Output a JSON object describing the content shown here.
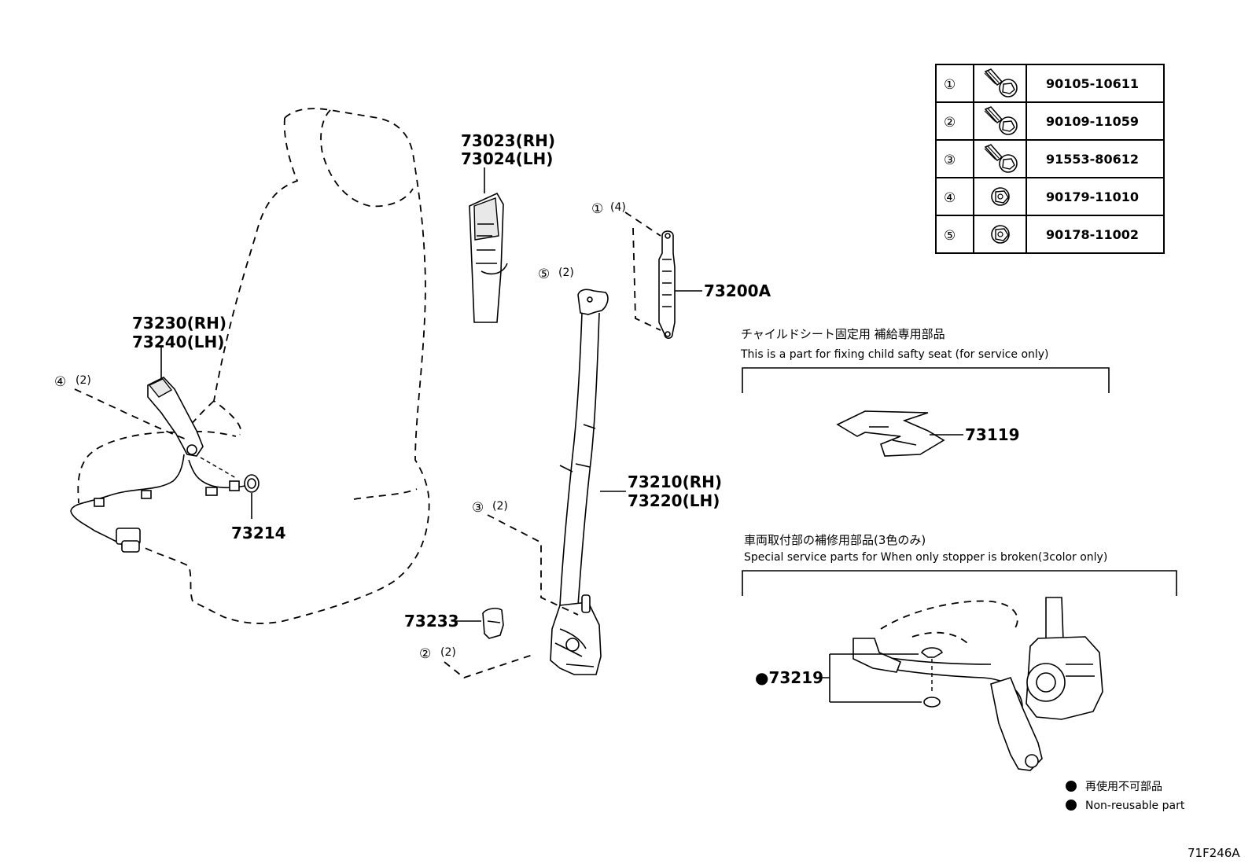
{
  "diagram_code": "71F246A",
  "labels": {
    "buckle_rh": "73230(RH)",
    "buckle_lh": "73240(LH)",
    "ring": "73214",
    "cover_rh": "73023(RH)",
    "cover_lh": "73024(LH)",
    "adjuster": "73200A",
    "belt_rh": "73210(RH)",
    "belt_lh": "73220(LH)",
    "retractor_cover": "73233",
    "child_part": "73119",
    "stopper_part": "●73219"
  },
  "callouts": [
    {
      "num": "①",
      "count": "(4)"
    },
    {
      "num": "⑤",
      "count": "(2)"
    },
    {
      "num": "④",
      "count": "(2)"
    },
    {
      "num": "③",
      "count": "(2)"
    },
    {
      "num": "②",
      "count": "(2)"
    }
  ],
  "fastener_table": {
    "rows": [
      {
        "num": "①",
        "icon": "bolt-icon",
        "part": "90105-10611"
      },
      {
        "num": "②",
        "icon": "bolt-icon",
        "part": "90109-11059"
      },
      {
        "num": "③",
        "icon": "bolt-icon",
        "part": "91553-80612"
      },
      {
        "num": "④",
        "icon": "nut-icon",
        "part": "90179-11010"
      },
      {
        "num": "⑤",
        "icon": "nut-icon",
        "part": "90178-11002"
      }
    ]
  },
  "notes": {
    "child_jp": "チャイルドシート固定用 補給専用部品",
    "child_en": "This is a part for fixing child safty seat (for service only)",
    "stopper_jp": "車両取付部の補修用部品(3色のみ)",
    "stopper_en": "Special service parts for When only stopper is broken(3color only)"
  },
  "legend": {
    "jp": "再使用不可部品",
    "en": "Non-reusable part"
  }
}
